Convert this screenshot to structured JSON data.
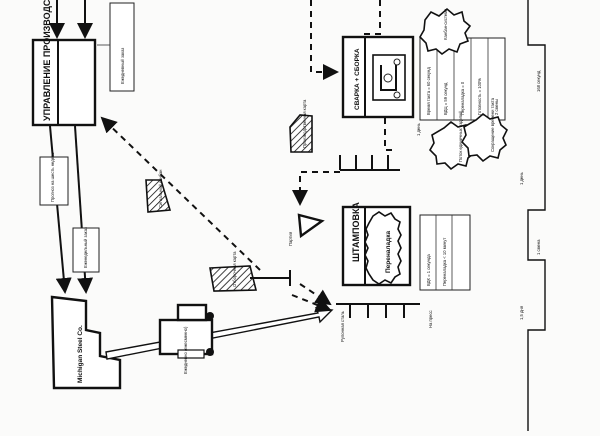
{
  "control": {
    "title": "УПРАВЛЕНИЕ ПРОИЗВОДСТВОМ"
  },
  "supplier": {
    "name": "Michigan Steel Co."
  },
  "info_flows": {
    "daily_order": "Ежедневный заказ",
    "forecast": "Прогноз на шесть недель",
    "weekly_schedule": "Еженедельный заказ"
  },
  "truck": {
    "label": "Ежедневно (ежесменно)"
  },
  "batch": {
    "label": "Партия"
  },
  "coils": {
    "label": "Рулонная сталь"
  },
  "coil_stock": {
    "label": "На пресс"
  },
  "stamping": {
    "title": "ШТАМПОВКА",
    "kaizen": "Переналадка",
    "cells": [
      "ВДК = 1 секунда",
      "Переналадка < 10 минут"
    ]
  },
  "welding": {
    "title": "СВАРКА + СБОРКА",
    "cells": [
      "Время такта = 60 секунд",
      "ВДЦ = 59 секунд",
      "Переналадка = 0",
      "Готовность = 100%",
      "2 смены"
    ]
  },
  "kanbans": {
    "withdrawal": "Отборочная карта",
    "production": "Производственная карта",
    "signal": "Сигнальный канбан"
  },
  "kaizen_bursts": [
    "Канбан-система",
    "Поток единичных изделий",
    "Сокращение времени такта"
  ],
  "timeline": {
    "lead_times": [
      "1,5 дня",
      "1 смена",
      "1 день",
      "1 день"
    ],
    "process_time": "168 секунд"
  }
}
